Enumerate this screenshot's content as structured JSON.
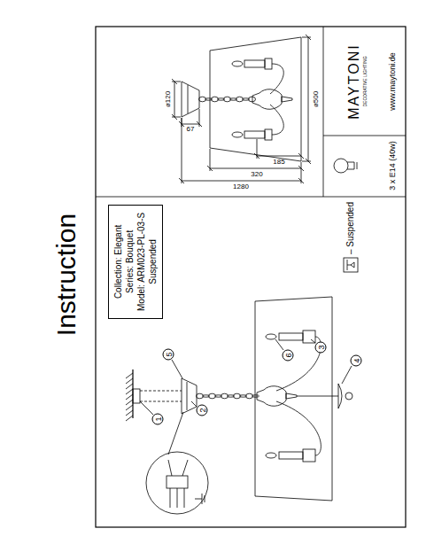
{
  "diagram": {
    "title": "Instruction",
    "nodes": [
      {
        "text": [
          "Collection: Elegant",
          "Series: Bouquet",
          "Model: ARM023-PL-03-S",
          "Suspended"
        ]
      }
    ],
    "labels": [
      "ø120",
      "67",
      "185",
      "320",
      "1280",
      "ø500",
      "MAYTONI",
      "DECORATIVE LIGHTING",
      "www.maytoni.de",
      "3 x E14 (40w)",
      "– Suspended",
      "1",
      "2",
      "3",
      "4",
      "5",
      "6"
    ]
  }
}
